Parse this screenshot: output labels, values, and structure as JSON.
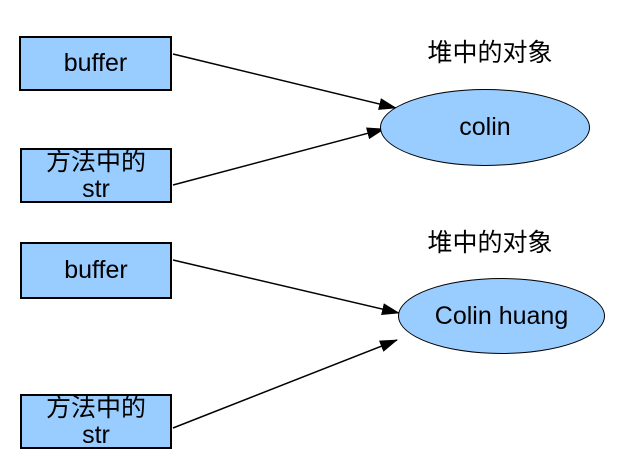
{
  "diagram": {
    "headings": [
      {
        "text": "堆中的对象"
      },
      {
        "text": "堆中的对象"
      }
    ],
    "boxes": [
      {
        "label": "buffer"
      },
      {
        "label": "方法中的\nstr"
      },
      {
        "label": "buffer"
      },
      {
        "label": "方法中的\nstr"
      }
    ],
    "ellipses": [
      {
        "label": "colin"
      },
      {
        "label": "Colin huang"
      }
    ],
    "colors": {
      "node_fill": "#99CCFF",
      "node_border": "#000000",
      "arrow": "#000000",
      "text": "#000000",
      "background": "#FFFFFF"
    }
  }
}
